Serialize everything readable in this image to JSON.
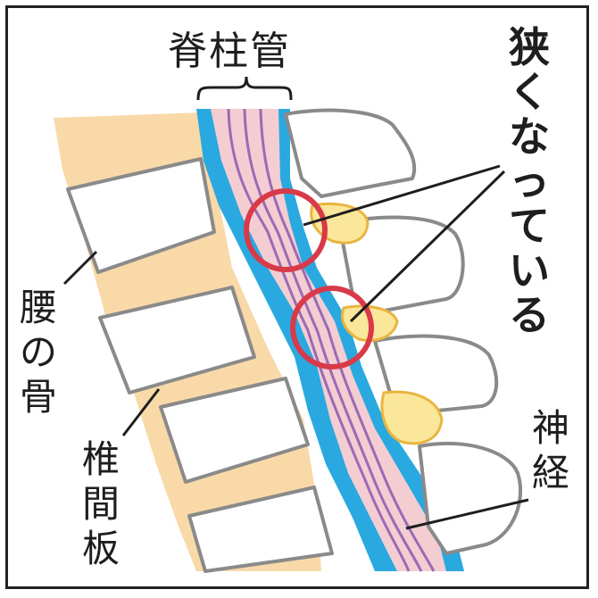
{
  "labels": {
    "spinal_canal": "脊柱管",
    "narrowing": "狭くなっている",
    "lumbar_bone": "腰の骨",
    "intervertebral_disc": "椎間板",
    "nerve": "神経"
  },
  "colors": {
    "bone_fill": "#ffffff",
    "outline": "#8a8a8a",
    "disc": "#f9d9a8",
    "canal": "#29a9e0",
    "nerve_fill": "#f4cdd2",
    "nerve_line": "#9a6ab4",
    "ligament": "#fbe79a",
    "highlight": "#d93a4a",
    "text": "#1e1e1e"
  }
}
